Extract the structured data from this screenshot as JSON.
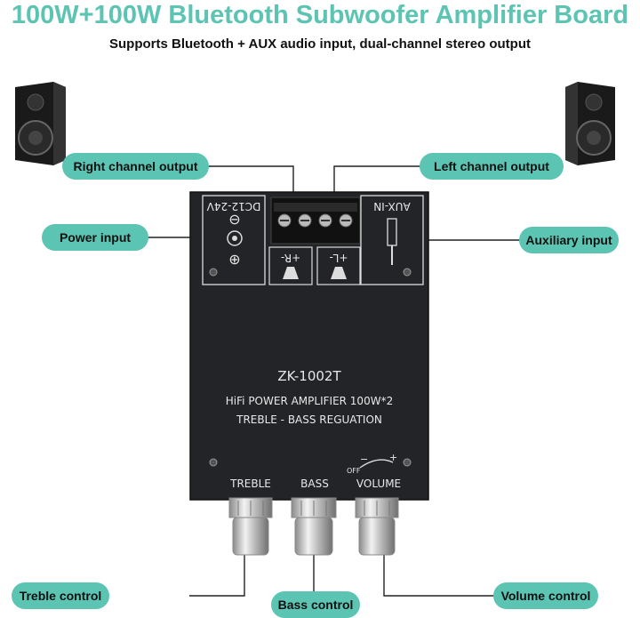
{
  "title": "100W+100W Bluetooth Subwoofer Amplifier Board",
  "subtitle": "Supports Bluetooth + AUX audio input, dual-channel stereo output",
  "labels": {
    "right_channel": "Right channel output",
    "left_channel": "Left channel output",
    "power_input": "Power input",
    "aux_input": "Auxiliary input",
    "treble_control": "Treble control",
    "bass_control": "Bass control",
    "volume_control": "Volume control"
  },
  "board": {
    "model": "ZK-1002T",
    "line1": "HiFi POWER AMPLIFIER 100W*2",
    "line2": "TREBLE - BASS  REGUATION",
    "dc": "DC12-24V",
    "aux": "AUX-IN",
    "r_mark": "+R-",
    "l_mark": "+L-",
    "knob_treble": "TREBLE",
    "knob_bass": "BASS",
    "knob_volume": "VOLUME",
    "vol_off": "OFF",
    "vol_minus": "−",
    "vol_plus": "+"
  },
  "colors": {
    "accent": "#5cc4b2",
    "board": "#222326",
    "text": "#111111"
  }
}
